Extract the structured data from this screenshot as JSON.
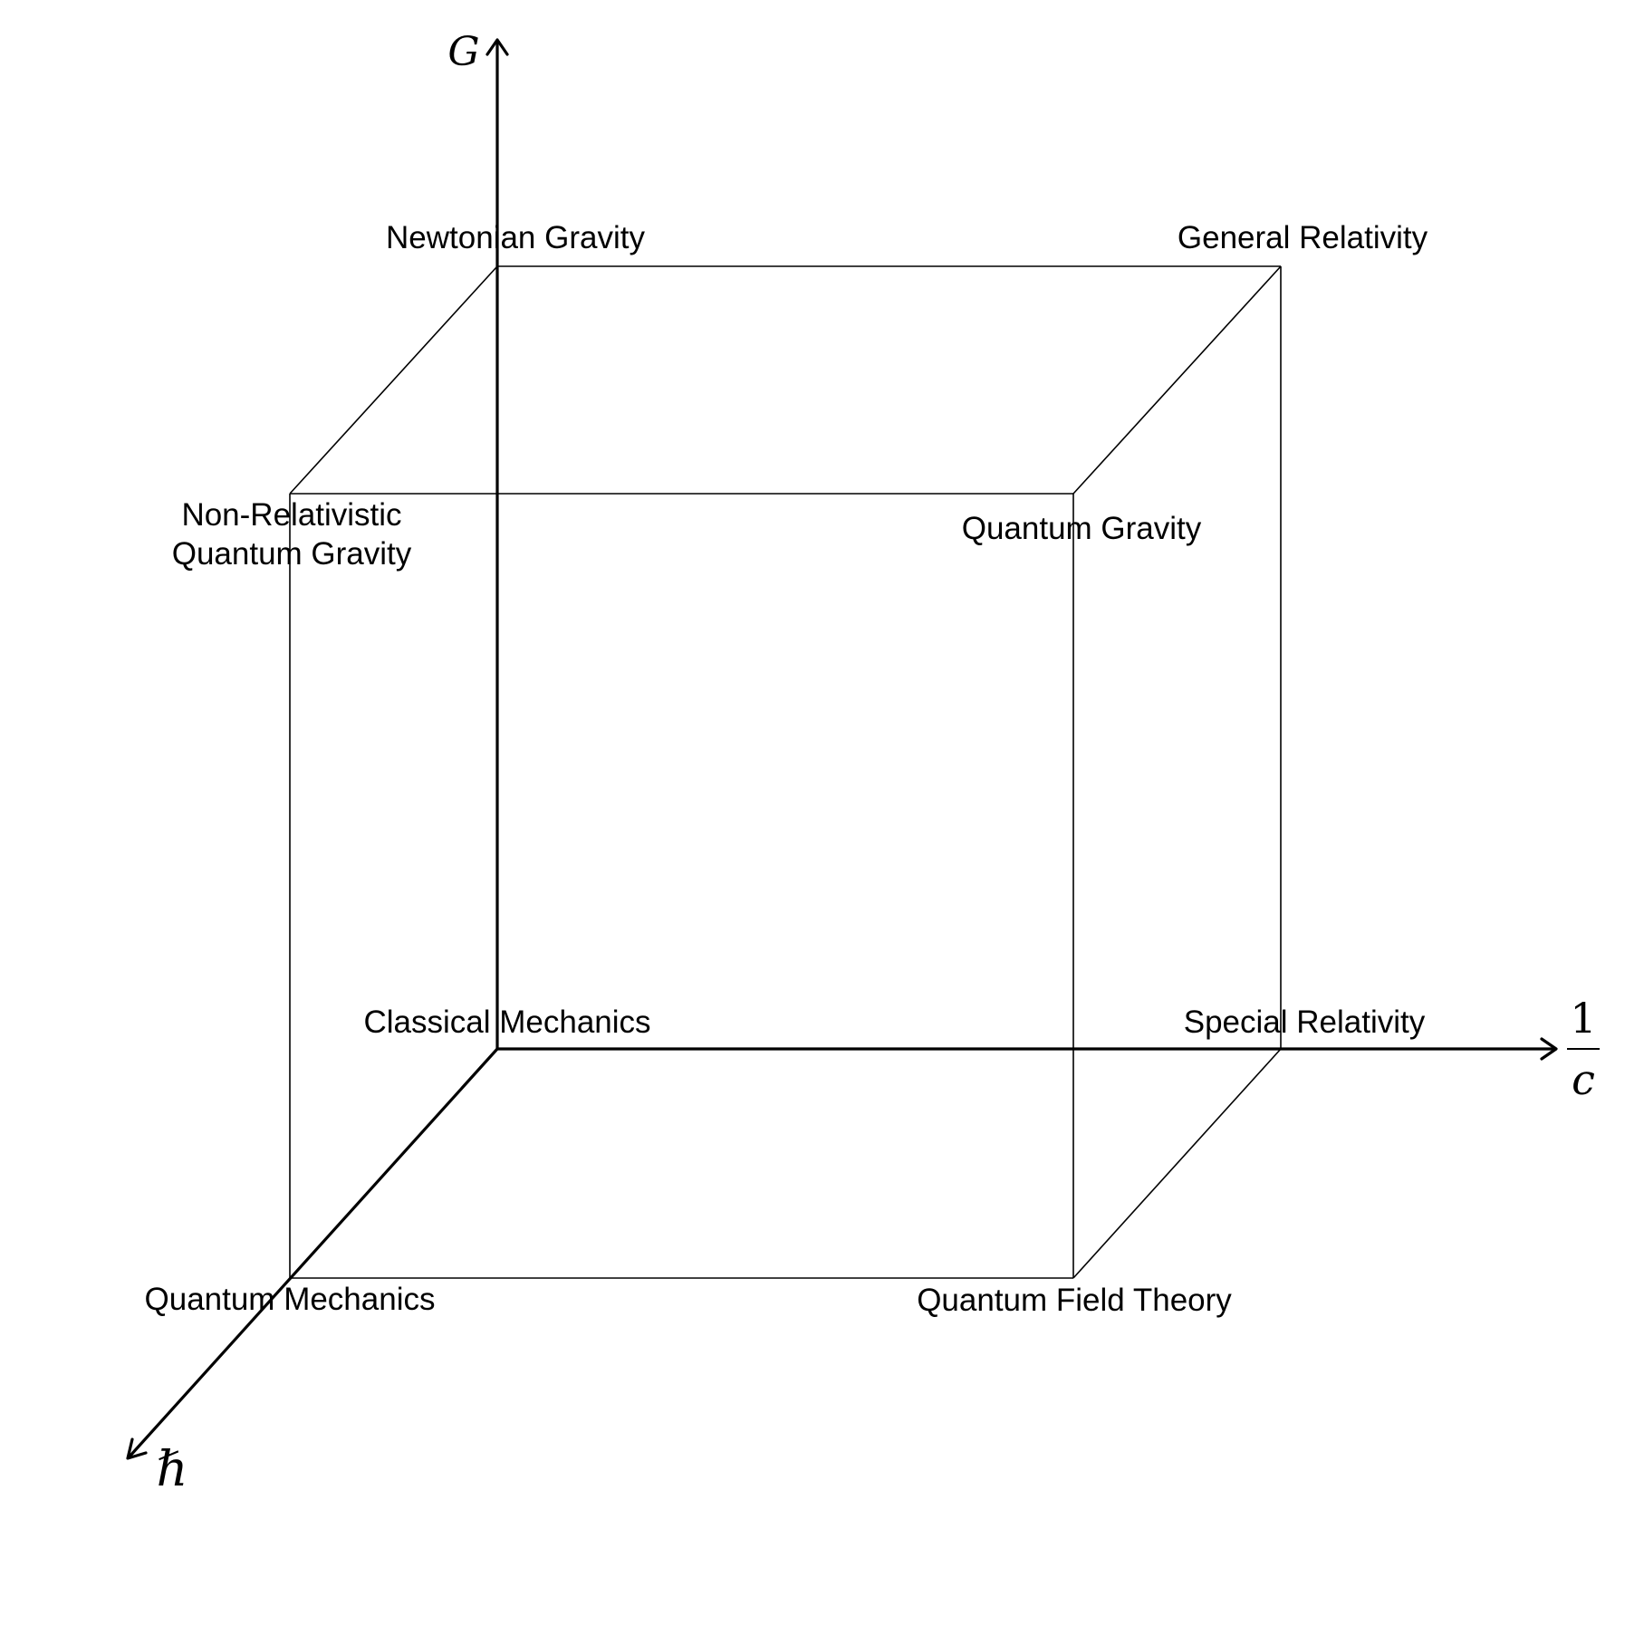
{
  "axes": {
    "vertical": {
      "label": "G"
    },
    "horizontal": {
      "numerator": "1",
      "denominator": "c"
    },
    "diagonal": {
      "label": "ℏ"
    }
  },
  "corners": {
    "newtonian_gravity": "Newtonian Gravity",
    "general_relativity": "General Relativity",
    "non_relativistic_qg": [
      "Non-Relativistic",
      "Quantum Gravity"
    ],
    "quantum_gravity": "Quantum Gravity",
    "classical_mechanics": "Classical Mechanics",
    "special_relativity": "Special Relativity",
    "quantum_mechanics": "Quantum Mechanics",
    "quantum_field_theory": "Quantum Field Theory"
  }
}
